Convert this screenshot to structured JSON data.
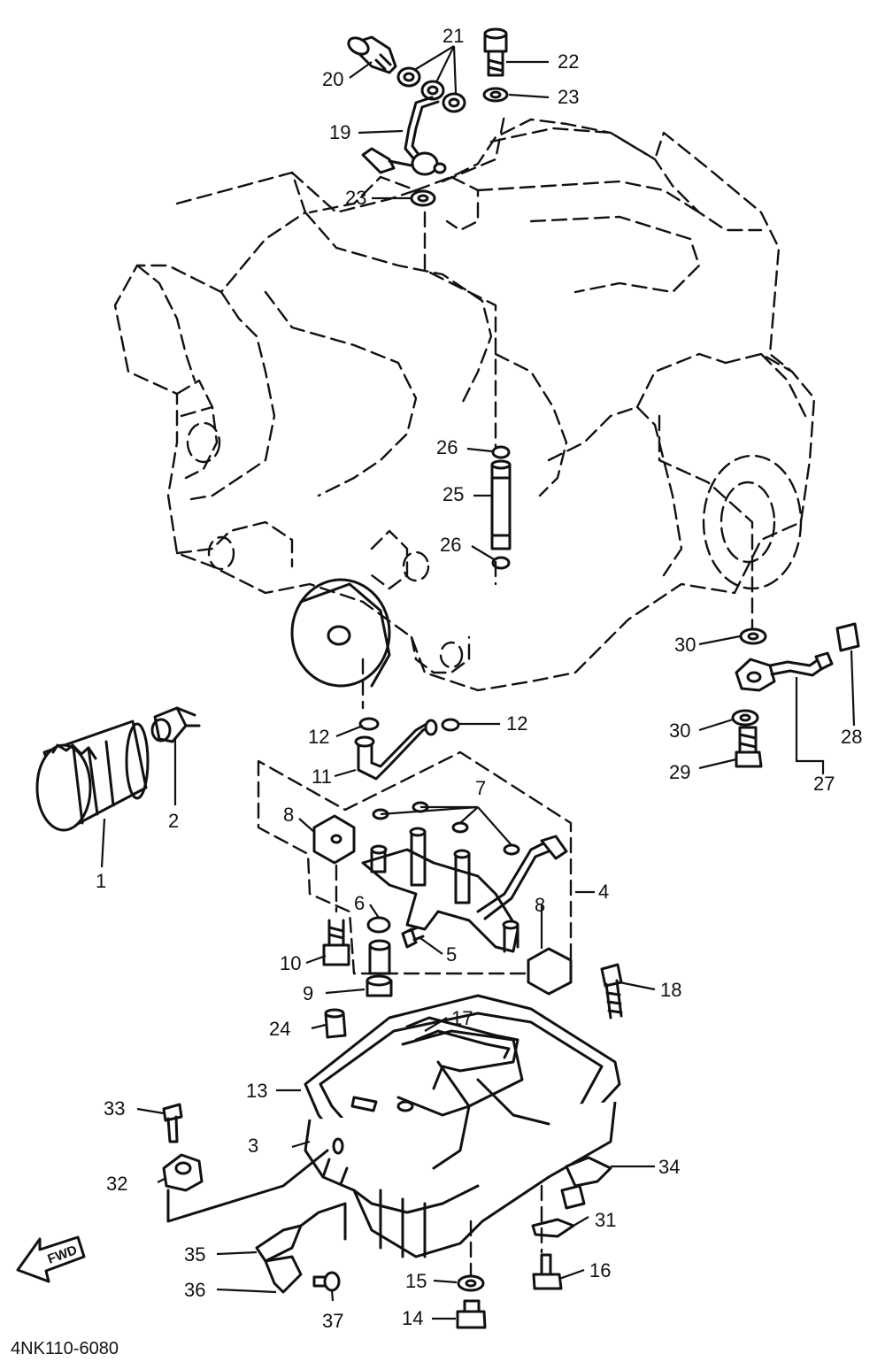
{
  "diagram_code": "4NK110-6080",
  "fwd_label": "FWD",
  "callouts": [
    "1",
    "2",
    "3",
    "4",
    "5",
    "6",
    "7",
    "8",
    "8",
    "9",
    "10",
    "11",
    "12",
    "12",
    "13",
    "14",
    "15",
    "16",
    "17",
    "18",
    "19",
    "20",
    "21",
    "22",
    "23",
    "23",
    "24",
    "25",
    "26",
    "26",
    "27",
    "28",
    "29",
    "30",
    "30",
    "31",
    "32",
    "33",
    "34",
    "35",
    "36",
    "37"
  ]
}
